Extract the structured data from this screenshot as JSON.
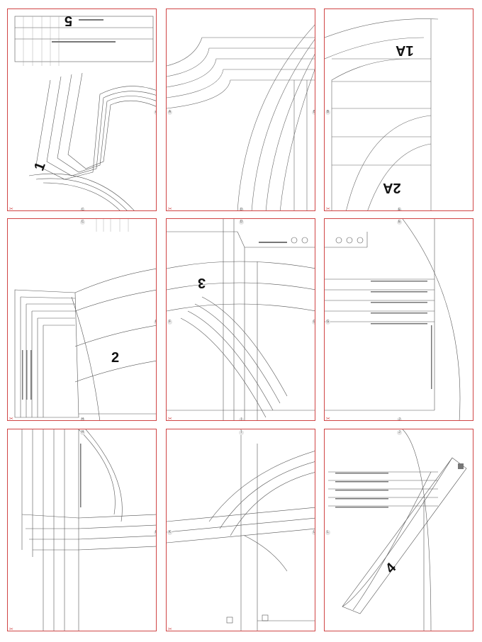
{
  "sheet": {
    "tiles": [
      {
        "id": "r1c1"
      },
      {
        "id": "r1c2"
      },
      {
        "id": "r1c3"
      },
      {
        "id": "r2c1"
      },
      {
        "id": "r2c2"
      },
      {
        "id": "r2c3"
      },
      {
        "id": "r3c1"
      },
      {
        "id": "r3c2"
      },
      {
        "id": "r3c3"
      }
    ]
  },
  "pieces": {
    "p1": "1",
    "p1a": "1A",
    "p2": "2",
    "p2a": "2A",
    "p3": "3",
    "p4": "4",
    "p5": "5"
  },
  "markers": {
    "A": "A",
    "B": "B",
    "C": "C",
    "D": "D",
    "E": "E",
    "F": "F",
    "G": "G",
    "H": "H",
    "I": "I",
    "J": "J",
    "K": "K",
    "L": "L"
  },
  "colors": {
    "cut_border": "#d04545",
    "pattern_line": "#555555",
    "light_line": "#9a9a9a"
  },
  "icons": {
    "scissor": "scissors-icon"
  }
}
